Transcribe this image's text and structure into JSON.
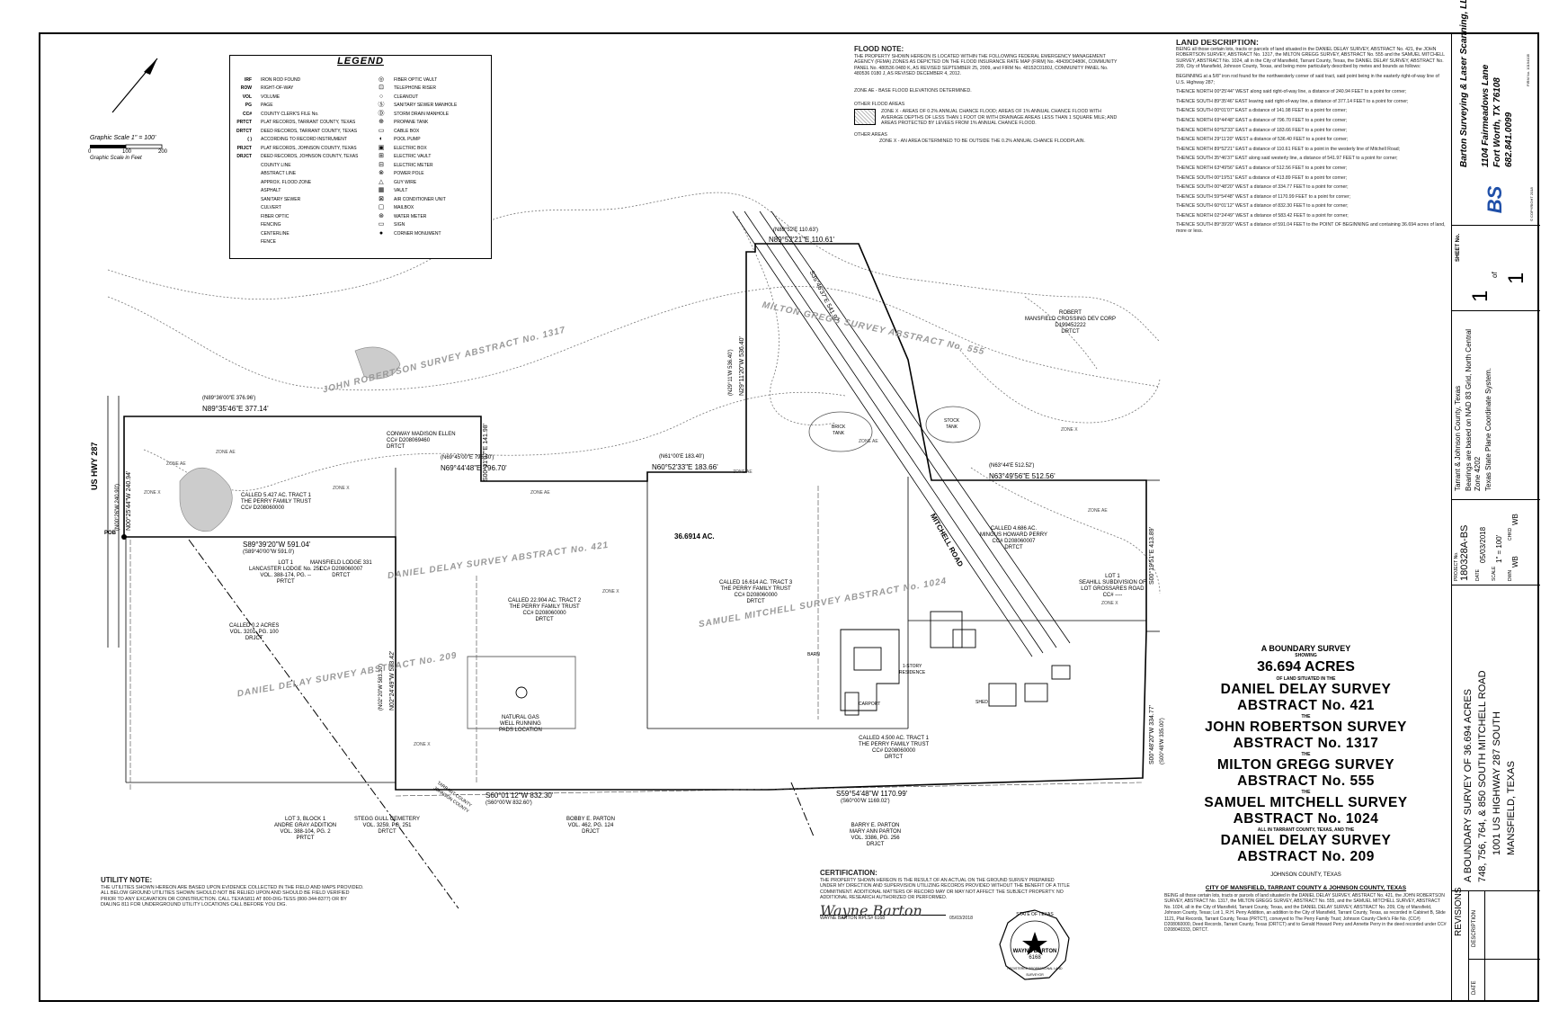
{
  "legend": {
    "title": "LEGEND",
    "left_items": [
      {
        "abbr": "IRF",
        "text": "IRON ROD FOUND"
      },
      {
        "abbr": "ROW",
        "text": "RIGHT-OF-WAY"
      },
      {
        "abbr": "VOL",
        "text": "VOLUME"
      },
      {
        "abbr": "PG",
        "text": "PAGE"
      },
      {
        "abbr": "CC#",
        "text": "COUNTY CLERK'S FILE No."
      },
      {
        "abbr": "PRTCT",
        "text": "PLAT RECORDS, TARRANT COUNTY, TEXAS"
      },
      {
        "abbr": "DRTCT",
        "text": "DEED RECORDS, TARRANT COUNTY, TEXAS"
      },
      {
        "abbr": "( )",
        "text": "ACCORDING TO RECORD INSTRUMENT"
      },
      {
        "abbr": "PRJCT",
        "text": "PLAT RECORDS, JOHNSON COUNTY, TEXAS"
      },
      {
        "abbr": "DRJCT",
        "text": "DEED RECORDS, JOHNSON COUNTY, TEXAS"
      },
      {
        "abbr": "",
        "text": "COUNTY LINE"
      },
      {
        "abbr": "",
        "text": "ABSTRACT LINE"
      },
      {
        "abbr": "",
        "text": "APPROX. FLOOD ZONE"
      },
      {
        "abbr": "",
        "text": "ASPHALT"
      },
      {
        "abbr": "",
        "text": "SANITARY SEWER"
      },
      {
        "abbr": "",
        "text": "CULVERT"
      },
      {
        "abbr": "",
        "text": "FIBER OPTIC"
      },
      {
        "abbr": "",
        "text": "FENCING"
      },
      {
        "abbr": "",
        "text": "CENTERLINE"
      },
      {
        "abbr": "",
        "text": "FENCE"
      }
    ],
    "right_items": [
      {
        "sym": "◎",
        "text": "FIBER OPTIC VAULT"
      },
      {
        "sym": "⊡",
        "text": "TELEPHONE RISER"
      },
      {
        "sym": "○",
        "text": "CLEANOUT"
      },
      {
        "sym": "Ⓢ",
        "text": "SANITARY SEWER MANHOLE"
      },
      {
        "sym": "Ⓓ",
        "text": "STORM DRAIN MANHOLE"
      },
      {
        "sym": "⊕",
        "text": "PROPANE TANK"
      },
      {
        "sym": "▭",
        "text": "CABLE BOX"
      },
      {
        "sym": "◐",
        "text": "POOL PUMP"
      },
      {
        "sym": "▣",
        "text": "ELECTRIC BOX"
      },
      {
        "sym": "⊞",
        "text": "ELECTRIC VAULT"
      },
      {
        "sym": "⊟",
        "text": "ELECTRIC METER"
      },
      {
        "sym": "⊗",
        "text": "POWER POLE"
      },
      {
        "sym": "△",
        "text": "GUY WIRE"
      },
      {
        "sym": "▦",
        "text": "VAULT"
      },
      {
        "sym": "⊠",
        "text": "AIR CONDITIONER UNIT"
      },
      {
        "sym": "▢",
        "text": "MAILBOX"
      },
      {
        "sym": "⊛",
        "text": "WATER METER"
      },
      {
        "sym": "▭",
        "text": "SIGN"
      },
      {
        "sym": "●",
        "text": "CORNER MONUMENT"
      }
    ]
  },
  "scale": {
    "label": "Graphic Scale 1\" = 100'",
    "note": "Graphic Scale in Feet",
    "ticks": [
      "0",
      "100",
      "200"
    ]
  },
  "flood_note": {
    "title": "FLOOD NOTE:",
    "body": "THE PROPERTY SHOWN HEREON IS LOCATED WITHIN THE FOLLOWING FEDERAL EMERGENCY MANAGEMENT AGENCY (FEMA) ZONES AS DEPICTED ON THE FLOOD INSURANCE RATE MAP (FIRM) No. 48439C0480K, COMMUNITY PANEL No. 480536 0480 K, AS REVISED SEPTEMBER 25, 2009, and FIRM No. 48152C0180J, COMMUNITY PANEL No. 480536 0180 J, AS REVISED DECEMBER 4, 2012.",
    "zone_ae": "ZONE AE - BASE FLOOD ELEVATIONS DETERMINED.",
    "other_flood": "OTHER FLOOD AREAS",
    "zone_x_shaded": "ZONE X - AREAS OF 0.2% ANNUAL CHANCE FLOOD; AREAS OF 1% ANNUAL CHANCE FLOOD WITH AVERAGE DEPTHS OF LESS THAN 1 FOOT OR WITH DRAINAGE AREAS LESS THAN 1 SQUARE MILE; AND AREAS PROTECTED BY LEVEES FROM 1% ANNUAL CHANCE FLOOD.",
    "other_areas": "OTHER AREAS",
    "zone_x": "ZONE X - AN AREA DETERMINED TO BE OUTSIDE THE 0.2% ANNUAL CHANCE FLOODPLAIN."
  },
  "land_description": {
    "title": "LAND DESCRIPTION:",
    "paragraphs": [
      "BEING all those certain lots, tracts or parcels of land situated in the DANIEL DELAY SURVEY, ABSTRACT No. 421, the JOHN ROBERTSON SURVEY, ABSTRACT No. 1317, the MILTON GREGG SURVEY, ABSTRACT No. 555 and the SAMUEL MITCHELL SURVEY, ABSTRACT No. 1024, all in the City of Mansfield, Tarrant County, Texas, the DANIEL DELAY SURVEY, ABSTRACT No. 209, City of Mansfield, Johnson County, Texas, and being more particularly described by metes and bounds as follows:",
      "BEGINNING at a 5/8\" iron rod found for the northwesterly corner of said tract, said point being in the easterly right-of-way line of U.S. Highway 287;",
      "THENCE NORTH 00°25'44\" WEST along said right-of-way line, a distance of 240.94 FEET to a point for corner;",
      "THENCE SOUTH 89°35'46\" EAST leaving said right-of-way line, a distance of 377.14 FEET to a point for corner;",
      "THENCE SOUTH 00°01'07\" EAST a distance of 141.98 FEET to a point for corner;",
      "THENCE NORTH 69°44'48\" EAST a distance of 796.70 FEET to a point for corner;",
      "THENCE NORTH 60°52'33\" EAST a distance of 183.66 FEET to a point for corner;",
      "THENCE NORTH 29°11'20\" WEST a distance of 536.40 FEET to a point for corner;",
      "THENCE NORTH 89°52'21\" EAST a distance of 110.61 FEET to a point in the westerly line of Mitchell Road;",
      "THENCE SOUTH 35°46'37\" EAST along said westerly line, a distance of 541.97 FEET to a point for corner;",
      "THENCE NORTH 63°49'56\" EAST a distance of 512.56 FEET to a point for corner;",
      "THENCE SOUTH 00°19'51\" EAST a distance of 413.89 FEET to a point for corner;",
      "THENCE SOUTH 00°48'20\" WEST a distance of 334.77 FEET to a point for corner;",
      "THENCE SOUTH 59°54'48\" WEST a distance of 1170.99 FEET to a point for corner;",
      "THENCE SOUTH 60°01'12\" WEST a distance of 832.30 FEET to a point for corner;",
      "THENCE NORTH 02°24'49\" WEST a distance of 583.42 FEET to a point for corner;",
      "THENCE SOUTH 89°39'20\" WEST a distance of 591.04 FEET to the POINT OF BEGINNING and containing 36.694 acres of land, more or less."
    ]
  },
  "map": {
    "pob": "POB",
    "highway": "US HWY 287",
    "road": "MITCHELL ROAD",
    "acreage": "36.6914 AC.",
    "bearings": [
      {
        "id": "b1",
        "text": "N89°35'46\"E 377.14'",
        "sub": "(N89°36'00\"E 376.96')"
      },
      {
        "id": "b2",
        "text": "N69°44'48\"E 796.70'",
        "sub": "(N69°45'00\"E 796.80')"
      },
      {
        "id": "b3",
        "text": "N60°52'33\"E 183.66'",
        "sub": "(N61°00'E 183.40')"
      },
      {
        "id": "b4",
        "text": "N89°52'21\"E 110.61'",
        "sub": "(N89°52'E 110.63')"
      },
      {
        "id": "b5",
        "text": "N63°49'56\"E 512.56'",
        "sub": "(N63°44'E 512.52')"
      },
      {
        "id": "b6",
        "text": "S89°39'20\"W 591.04'",
        "sub": "(S89°40'00\"W 591.0')"
      },
      {
        "id": "b7",
        "text": "S60°01'12\"W 832.30'",
        "sub": "(S60°00'W 832.60')"
      },
      {
        "id": "b8",
        "text": "S59°54'48\"W 1170.99'",
        "sub": "(S60°00'W 1169.02')"
      },
      {
        "id": "b9",
        "text": "N00°25'44\"W 240.94'",
        "sub": "(N00°26'W 240.90')"
      },
      {
        "id": "b10",
        "text": "S00°01'07\"E 141.98'",
        "sub": ""
      },
      {
        "id": "b11",
        "text": "N02°24'49\"W 583.42'",
        "sub": "(N02°20'W 583.30')"
      },
      {
        "id": "b12",
        "text": "N29°11'20\"W 536.40'",
        "sub": "(N29°11'W 536.40')"
      },
      {
        "id": "b13",
        "text": "S35°46'37\"E 541.97'",
        "sub": ""
      },
      {
        "id": "b14",
        "text": "S00°19'51\"E 413.89'",
        "sub": ""
      },
      {
        "id": "b15",
        "text": "S00°48'20\"W 334.77'",
        "sub": "(S00°48'W 335.00')"
      }
    ],
    "surveys": [
      {
        "id": "s1",
        "text": "JOHN ROBERTSON SURVEY ABSTRACT No. 1317"
      },
      {
        "id": "s2",
        "text": "MILTON GREGG SURVEY ABSTRACT No. 555"
      },
      {
        "id": "s3",
        "text": "DANIEL DELAY SURVEY ABSTRACT No. 421"
      },
      {
        "id": "s4",
        "text": "SAMUEL MITCHELL SURVEY ABSTRACT No. 1024"
      },
      {
        "id": "s5",
        "text": "DANIEL DELAY SURVEY ABSTRACT No. 209"
      }
    ],
    "parcels": [
      {
        "id": "p1",
        "text": "CONWAY MADISON ELLEN\nCC# D208069460\nDRTCT"
      },
      {
        "id": "p2",
        "text": "ROBERT\nMANSFIELD CROSSING DEV CORP\nD199452222\nDRTCT"
      },
      {
        "id": "p3",
        "text": "CALLED 5.427 AC. TRACT 1\nTHE PERRY FAMILY TRUST\nCC# D208060000"
      },
      {
        "id": "p4",
        "text": "LOT 1\nLANCASTER LODGE No. 251\nVOL. 388-174, PG. --\nPRTCT"
      },
      {
        "id": "p5",
        "text": "MANSFIELD LODGE 331\nCC# D208060007\nDRTCT"
      },
      {
        "id": "p6",
        "text": "CALLED 22.904 AC. TRACT 2\nTHE PERRY FAMILY TRUST\nCC# D208060000\nDRTCT"
      },
      {
        "id": "p7",
        "text": "CALLED 16.614 AC. TRACT 3\nTHE PERRY FAMILY TRUST\nCC# D208060000\nDRTCT"
      },
      {
        "id": "p8",
        "text": "CALLED 4.686 AC.\nMINGUS HOWARD PERRY\nCC# D208060007\nDRTCT"
      },
      {
        "id": "p9",
        "text": "LOT 1\nSEAHILL SUBDIVISION OF\nLOT GROSSARES ROAD\nCC# ----"
      },
      {
        "id": "p10",
        "text": "CALLED 0.2 ACRES\nVOL. 3201, PG. 100\nDRJCT"
      },
      {
        "id": "p11",
        "text": "LOT 3, BLOCK 1\nANDRE GRAY ADDITION\nVOL. 388-104, PG. 2\nPRTCT"
      },
      {
        "id": "p12",
        "text": "STEGG GULL CEMETERY\nVOL. 3259, PG. 251\nDRTCT"
      },
      {
        "id": "p13",
        "text": "BOBBY E. PARTON\nVOL. 462, PG. 124\nDRJCT"
      },
      {
        "id": "p14",
        "text": "BARRY E. PARTON\nMARY ANN PARTON\nVOL. 3386, PG. 256\nDRJCT"
      },
      {
        "id": "p15",
        "text": "NATURAL GAS\nWELL RUNNING\nPADS LOCATION"
      },
      {
        "id": "p16",
        "text": "CALLED 4.500 AC. TRACT 1\nTHE PERRY FAMILY TRUST\nCC# D208060000\nDRTCT"
      }
    ],
    "zones": [
      "ZONE AE",
      "ZONE X",
      "ZONE AE",
      "ZONE X",
      "ZONE AE",
      "ZONE X",
      "ZONE AE",
      "ZONE X",
      "ZONE AE",
      "ZONE X",
      "ZONE AE",
      "ZONE X"
    ],
    "county_label": "TARRANT COUNTY\nJOHNSON COUNTY",
    "brick_tank": "BRICK\nTANK",
    "stock_tank": "STOCK\nTANK",
    "residence": "1-STORY\nRESIDENCE",
    "carport": "CARPORT",
    "barn": "BARN",
    "shed": "SHED"
  },
  "title_block": {
    "showing": "A BOUNDARY SURVEY",
    "showing2": "SHOWING",
    "acres": "36.694 ACRES",
    "situated": "OF LAND SITUATED IN THE",
    "s1a": "DANIEL DELAY SURVEY",
    "s1b": "ABSTRACT No. 421",
    "the1": "THE",
    "s2a": "JOHN ROBERTSON SURVEY",
    "s2b": "ABSTRACT No. 1317",
    "the2": "THE",
    "s3a": "MILTON GREGG SURVEY",
    "s3b": "ABSTRACT No. 555",
    "the3": "THE",
    "s4a": "SAMUEL MITCHELL SURVEY",
    "s4b": "ABSTRACT No. 1024",
    "all_in": "ALL IN TARRANT COUNTY, TEXAS, AND THE",
    "s5a": "DANIEL DELAY SURVEY",
    "s5b": "ABSTRACT No. 209",
    "johnson": "JOHNSON COUNTY, TEXAS",
    "city": "CITY OF MANSFIELD, TARRANT COUNTY & JOHNSON COUNTY, TEXAS",
    "desc": "BEING all those certain lots, tracts or parcels of land situated in the DANIEL DELAY SURVEY, ABSTRACT No. 421, the JOHN ROBERTSON SURVEY, ABSTRACT No. 1317, the MILTON GREGG SURVEY, ABSTRACT No. 555, and the SAMUEL MITCHELL SURVEY, ABSTRACT No. 1024, all in the City of Mansfield, Tarrant County, Texas, and the DANIEL DELAY SURVEY, ABSTRACT No. 209, City of Mansfield, Johnson County, Texas; Lot 1, R.H. Perry Addition, an addition to the City of Mansfield, Tarrant County, Texas, as recorded in Cabinet B, Slide 1121, Plat Records, Tarrant County, Texas (PRTCT), conveyed to The Perry Family Trust; Johnson County Clerk's File No. (CC#) D208060000, Deed Records, Tarrant County, Texas (DRTCT) and to Gerald Howard Perry and Annette Perry in the deed recorded under CC# D208040333, DRTCT."
  },
  "utility_note": {
    "title": "UTILITY NOTE:",
    "body": "THE UTILITIES SHOWN HEREON ARE BASED UPON EVIDENCE COLLECTED IN THE FIELD AND MAPS PROVIDED. ALL BELOW GROUND UTILITIES SHOWN SHOULD NOT BE RELIED UPON AND SHOULD BE FIELD VERIFIED PRIOR TO ANY EXCAVATION OR CONSTRUCTION. CALL TEXAS811 AT 800-DIG-TESS (800-344-8377) OR BY DIALING 811 FOR UNDERGROUND UTILITY LOCATIONS CALL BEFORE YOU DIG."
  },
  "certification": {
    "title": "CERTIFICATION:",
    "body": "THE PROPERTY SHOWN HEREON IS THE RESULT OF AN ACTUAL ON THE GROUND SURVEY PREPARED UNDER MY DIRECTION AND SUPERVISION UTILIZING RECORDS PROVIDED WITHOUT THE BENEFIT OF A TITLE COMMITMENT. ADDITIONAL MATTERS OF RECORD MAY OR MAY NOT AFFECT THE SUBJECT PROPERTY. NO ADDITIONAL RESEARCH AUTHORIZED OR PERFORMED.",
    "signature": "Wayne Barton",
    "signer": "WAYNE BARTON RPLS# 6168",
    "date": "05/03/2018",
    "seal_top": "STATE OF TEXAS",
    "seal_name": "WAYNE BARTON",
    "seal_num": "6168",
    "seal_bottom": "REGISTERED PROFESSIONAL LAND SURVEYOR"
  },
  "sidebar": {
    "company": "Barton Surveying & Laser Scanning, LLC.",
    "address": "1104 Fairmeadows Lane",
    "city": "Fort Worth, TX 76108",
    "phone": "682.841.0099",
    "firm": "FIRM No. 10194105",
    "copyright": "© COPYRIGHT 2018",
    "logo": "BS",
    "sheet_label": "SHEET No.",
    "sheet": "1",
    "of": "of",
    "sheet_total": "1",
    "county": "Tarrant & Johnson County, Texas",
    "bearings": "Bearings are based on NAD 83 Grid, North Central Zone 4202",
    "bearings2": "Texas State Plane Coordinate System.",
    "project_label": "PROJECT No.",
    "project": "180328A-BS",
    "date_label": "DATE",
    "date": "05/03/2018",
    "scale_label": "SCALE",
    "scale": "1\" = 100'",
    "drawn_label": "DWN",
    "drawn": "WB",
    "chk_label": "CHKD",
    "chk": "WB",
    "title_line1": "A BOUNDARY SURVEY OF 36.694 ACRES",
    "title_line2": "748, 756, 764, & 850 SOUTH MITCHELL ROAD",
    "title_line3": "1001 US HIGHWAY 287 SOUTH",
    "title_line4": "MANSFIELD, TEXAS",
    "revisions": "REVISIONS",
    "rev_desc": "DESCRIPTION",
    "rev_date": "DATE"
  }
}
